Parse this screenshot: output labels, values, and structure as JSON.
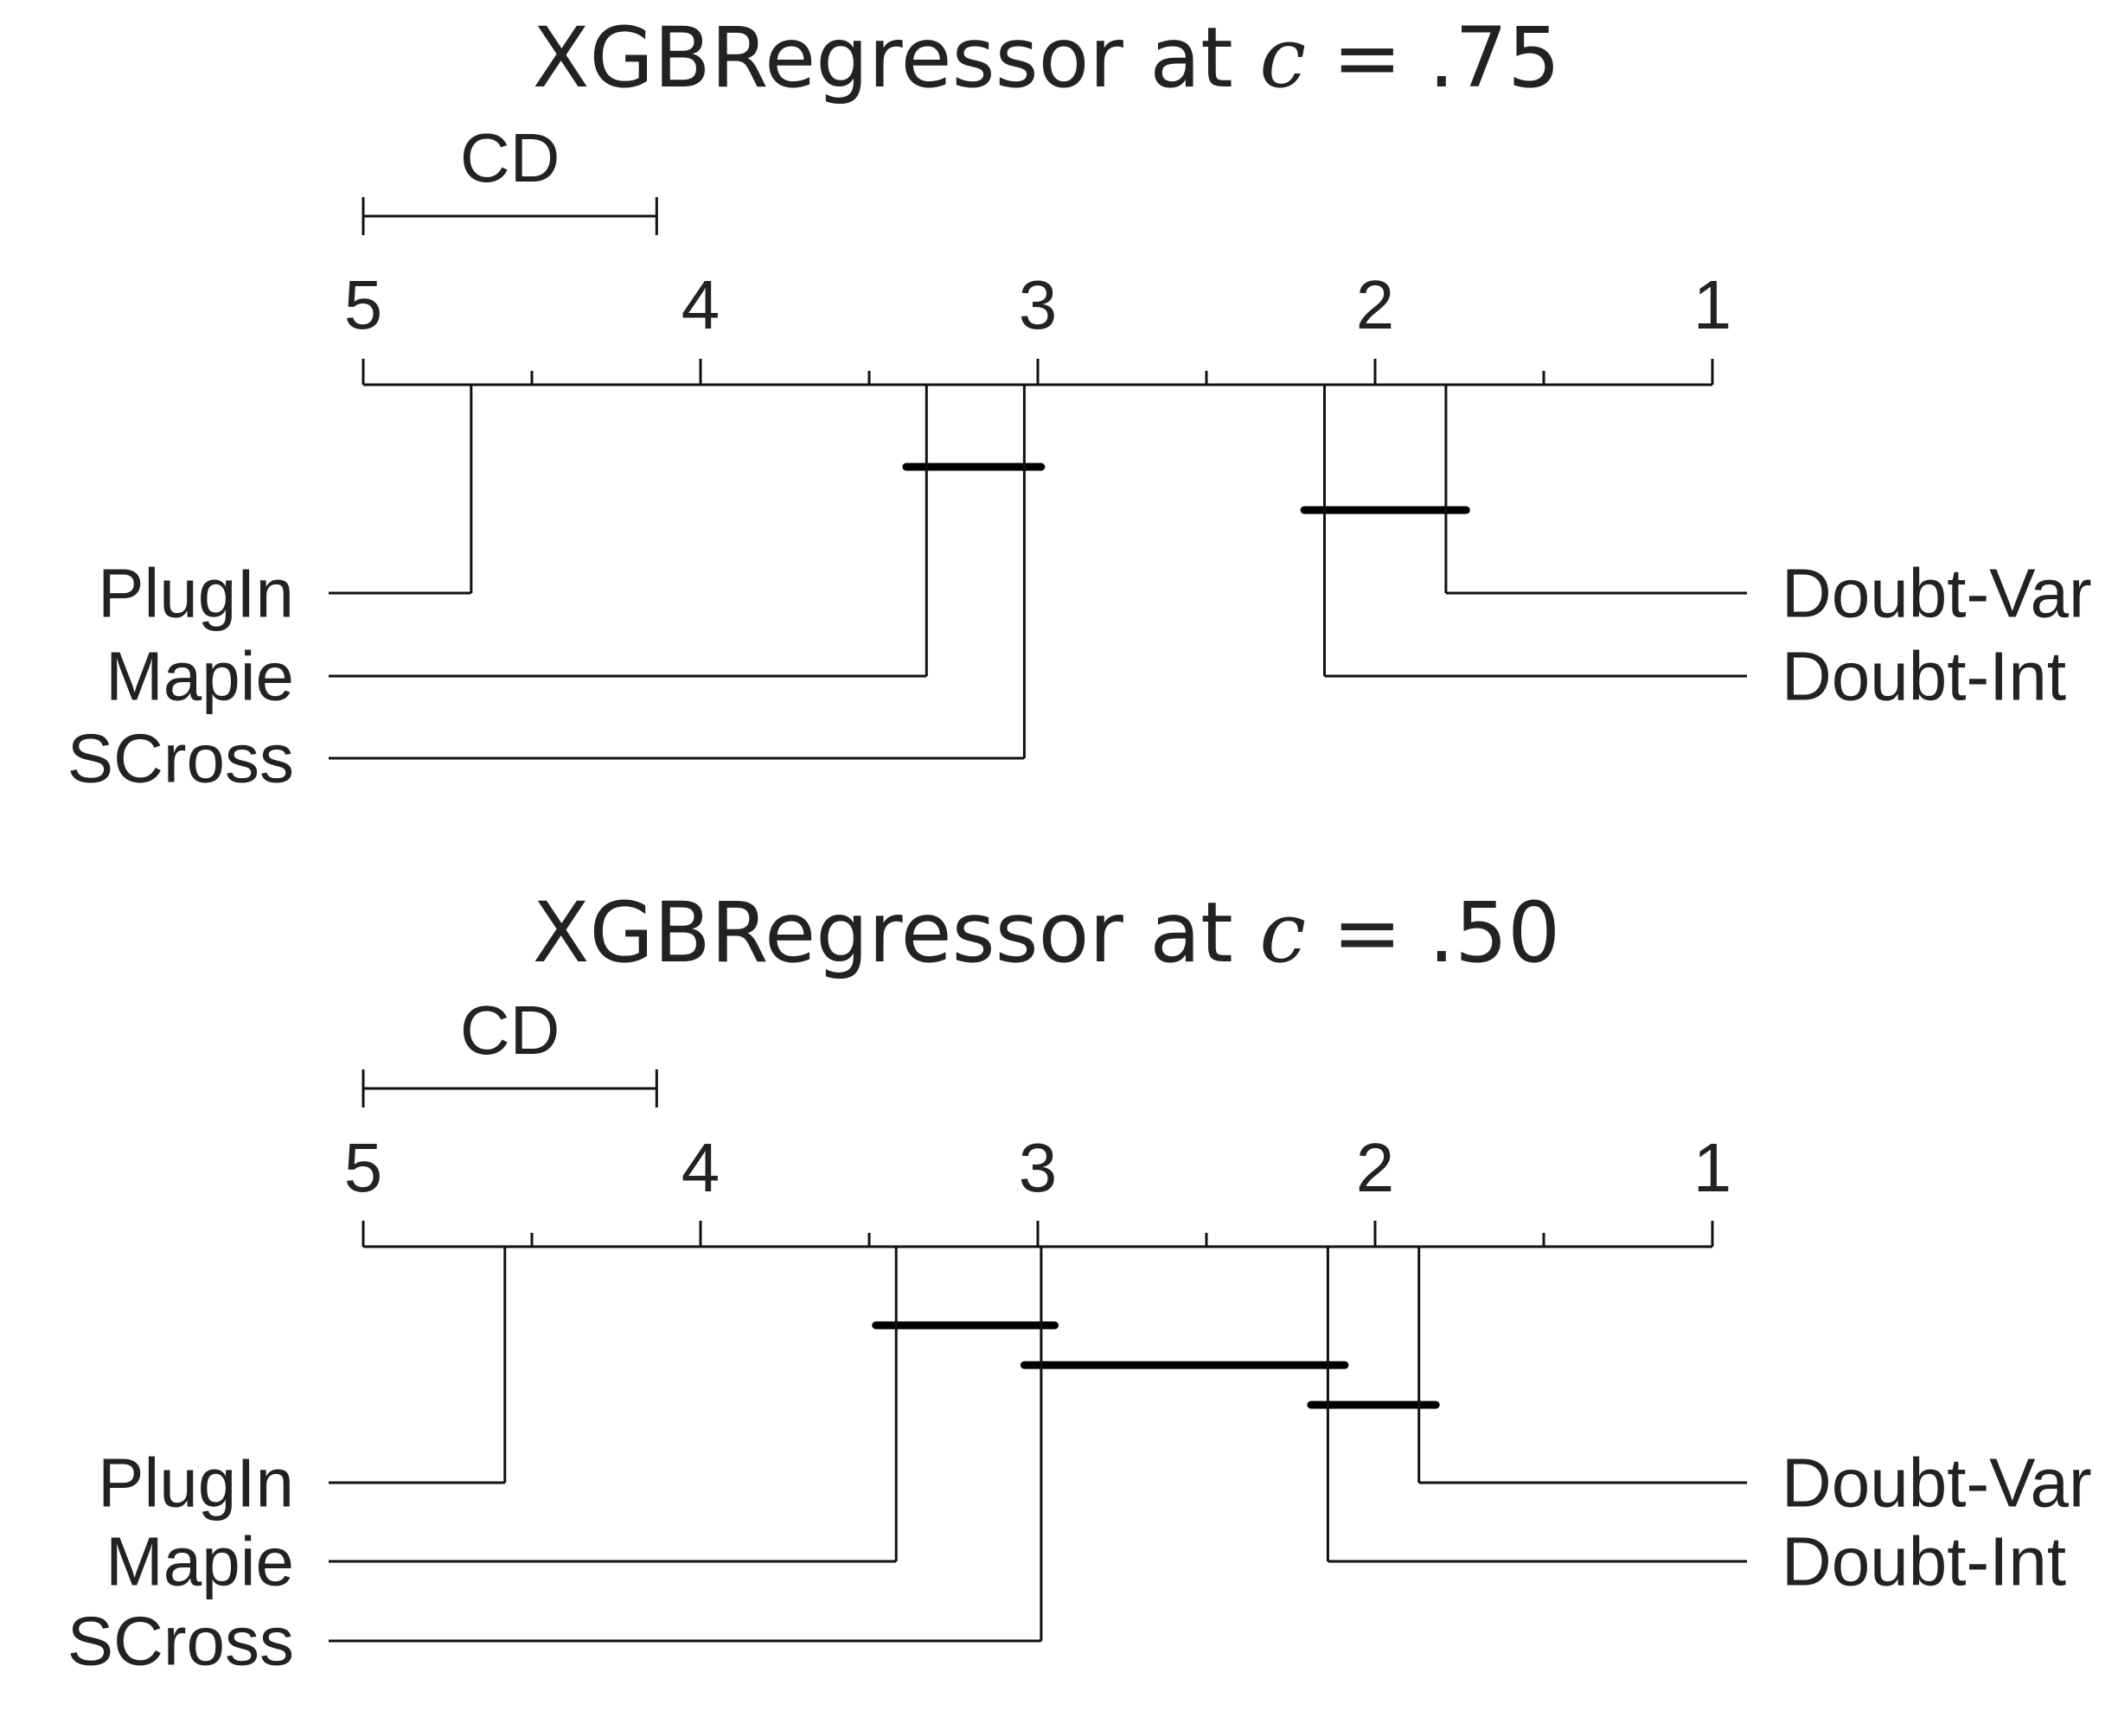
{
  "chart_data": [
    {
      "type": "critical-difference",
      "title": {
        "prefix": "XGBRegressor at ",
        "var": "c",
        "suffix": " = .75"
      },
      "cd_label": "CD",
      "cd_value": 0.87,
      "axis": {
        "min": 1,
        "max": 5,
        "reversed": true,
        "ticks": [
          "5",
          "4",
          "3",
          "2",
          "1"
        ],
        "minor_step": 0.5
      },
      "methods": [
        {
          "name": "PlugIn",
          "rank": 4.68,
          "side": "left"
        },
        {
          "name": "Mapie",
          "rank": 3.33,
          "side": "left"
        },
        {
          "name": "SCross",
          "rank": 3.04,
          "side": "left"
        },
        {
          "name": "Doubt-Var",
          "rank": 1.79,
          "side": "right"
        },
        {
          "name": "Doubt-Int",
          "rank": 2.15,
          "side": "right"
        }
      ],
      "cliques": [
        {
          "from": 3.39,
          "to": 2.99
        },
        {
          "from": 2.21,
          "to": 1.73
        }
      ]
    },
    {
      "type": "critical-difference",
      "title": {
        "prefix": "XGBRegressor at ",
        "var": "c",
        "suffix": " = .50"
      },
      "cd_label": "CD",
      "cd_value": 0.87,
      "axis": {
        "min": 1,
        "max": 5,
        "reversed": true,
        "ticks": [
          "5",
          "4",
          "3",
          "2",
          "1"
        ],
        "minor_step": 0.5
      },
      "methods": [
        {
          "name": "PlugIn",
          "rank": 4.58,
          "side": "left"
        },
        {
          "name": "Mapie",
          "rank": 3.42,
          "side": "left"
        },
        {
          "name": "SCross",
          "rank": 2.99,
          "side": "left"
        },
        {
          "name": "Doubt-Var",
          "rank": 1.87,
          "side": "right"
        },
        {
          "name": "Doubt-Int",
          "rank": 2.14,
          "side": "right"
        }
      ],
      "cliques": [
        {
          "from": 3.48,
          "to": 2.95
        },
        {
          "from": 3.04,
          "to": 2.09
        },
        {
          "from": 2.19,
          "to": 1.82
        }
      ]
    }
  ]
}
